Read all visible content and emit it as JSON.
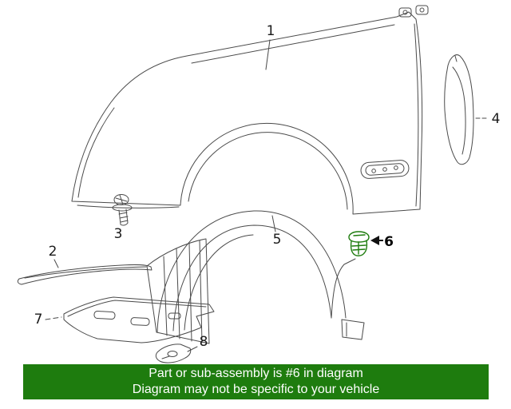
{
  "diagram": {
    "line_color": "#4a4a4a",
    "highlight_color": "#1e7c0e",
    "callouts": [
      {
        "number": "1"
      },
      {
        "number": "2"
      },
      {
        "number": "3"
      },
      {
        "number": "4"
      },
      {
        "number": "5"
      },
      {
        "number": "6"
      },
      {
        "number": "7"
      },
      {
        "number": "8"
      }
    ]
  },
  "banner": {
    "line1": "Part or sub-assembly is #6 in diagram",
    "line2": "Diagram may not be specific to your vehicle",
    "background_color": "#1e7c0e",
    "text_color": "#ffffff"
  }
}
